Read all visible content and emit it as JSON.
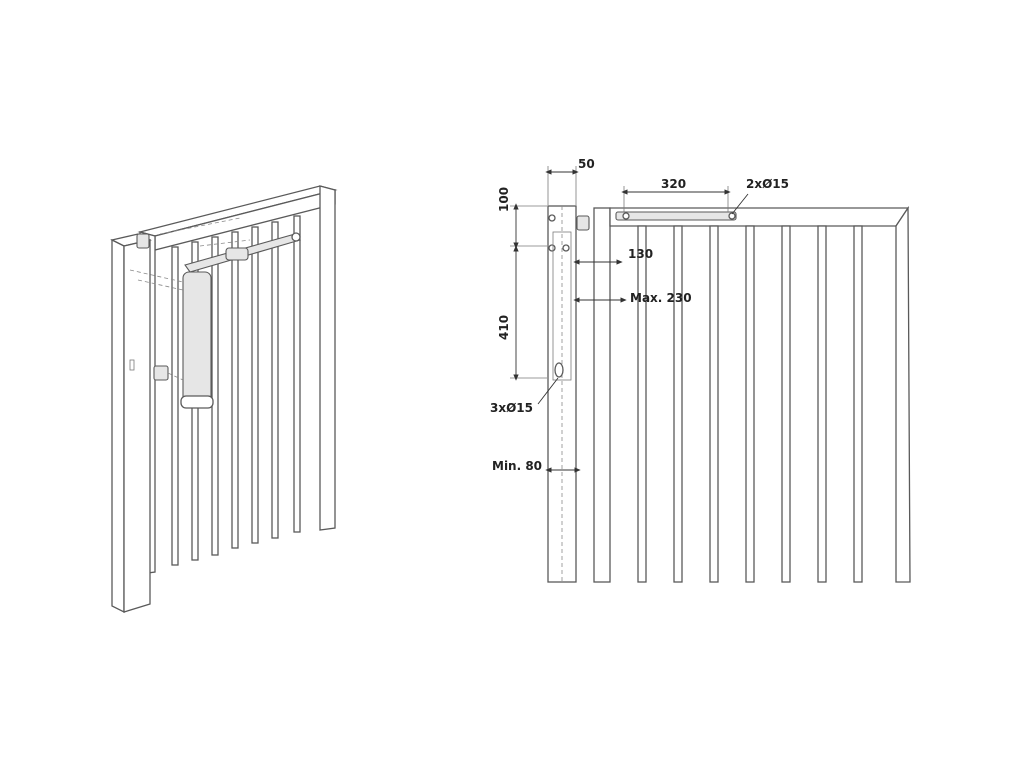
{
  "dimensions": {
    "post_offset": "50",
    "arm_hole_spacing": "320",
    "arm_holes": "2xØ15",
    "top_offset": "100",
    "arm_offset": "130",
    "max_reach": "Max. 230",
    "vertical_spacing": "410",
    "cylinder_holes": "3xØ15",
    "min_post_width": "Min. 80"
  },
  "colors": {
    "line": "#5a5a5a",
    "dimension": "#333333",
    "background": "#ffffff"
  }
}
